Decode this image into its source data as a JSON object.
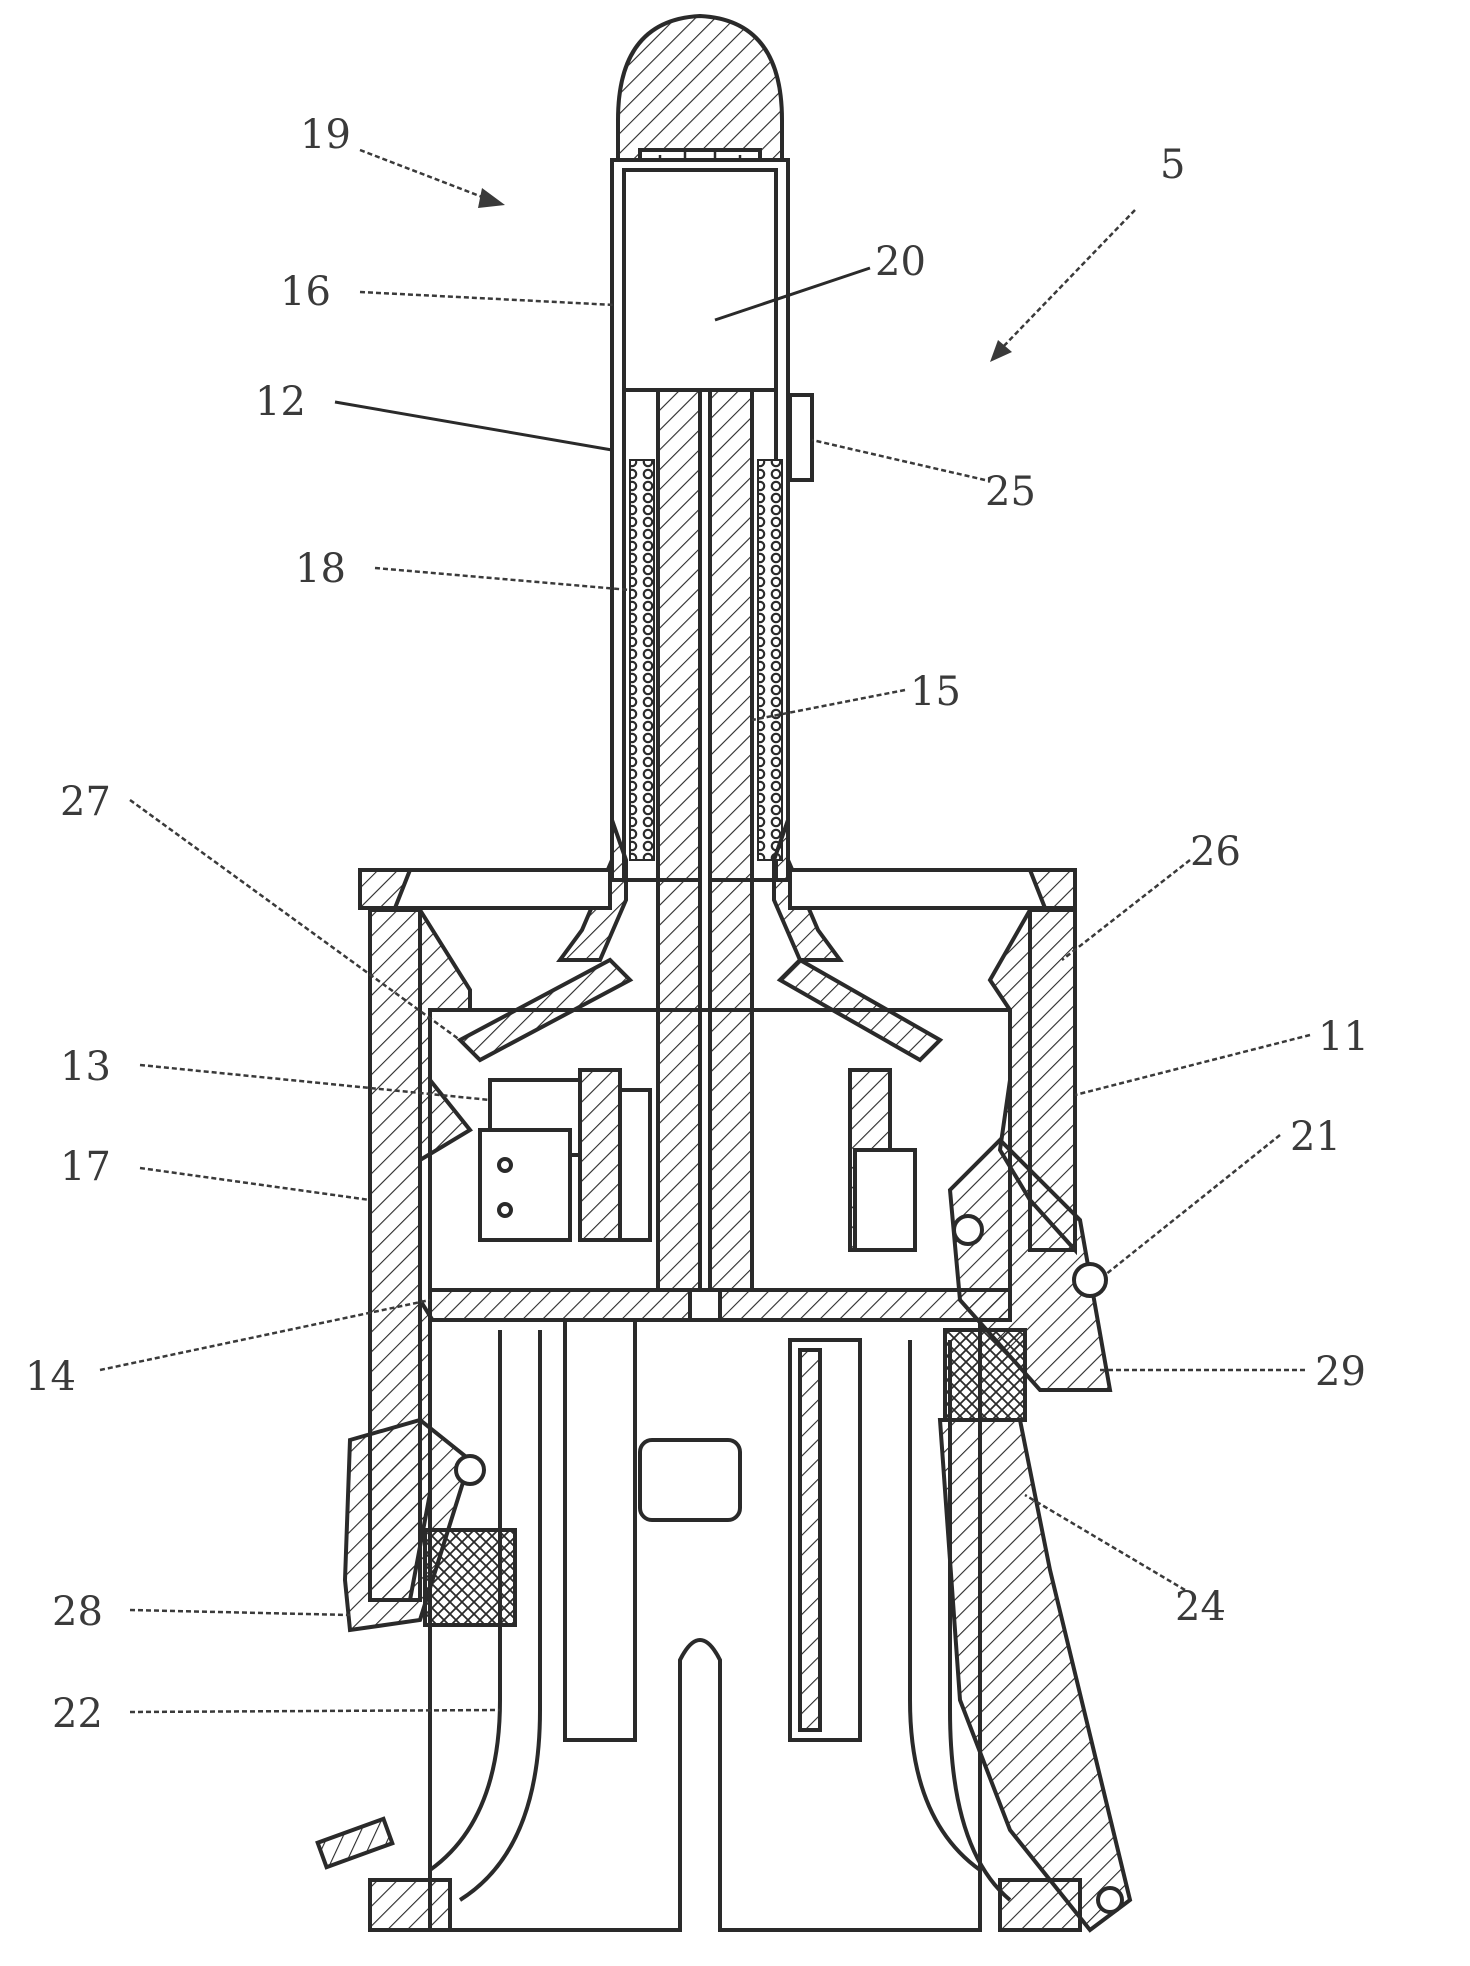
{
  "figure": {
    "labels": {
      "l5": "5",
      "l11": "11",
      "l12": "12",
      "l13": "13",
      "l14": "14",
      "l15": "15",
      "l16": "16",
      "l17": "17",
      "l18": "18",
      "l19": "19",
      "l20": "20",
      "l21": "21",
      "l22": "22",
      "l24": "24",
      "l25": "25",
      "l26": "26",
      "l27": "27",
      "l28": "28",
      "l29": "29"
    },
    "style": {
      "line_color": "#2a2a2a",
      "label_color": "#3a3a3a",
      "background": "#ffffff"
    }
  }
}
